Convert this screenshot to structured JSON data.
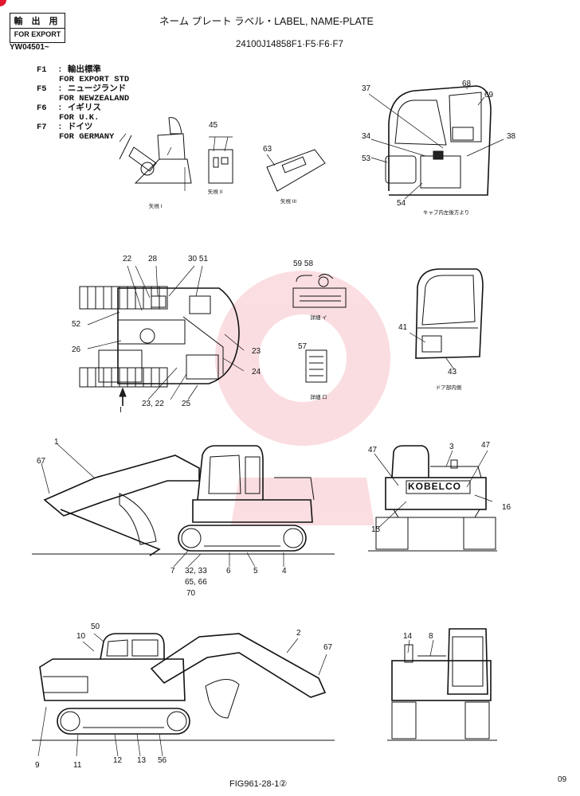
{
  "header": {
    "stamp_line1": "輸 出 用",
    "stamp_line2": "FOR EXPORT",
    "serial": "YW04501~",
    "title": "ネーム  プレート  ラベル・LABEL, NAME-PLATE",
    "part_no": "24100J14858F1·F5·F6·F7"
  },
  "legend": [
    {
      "code": "F1",
      "jp": "輸出標準",
      "en": "FOR EXPORT STD"
    },
    {
      "code": "F5",
      "jp": "ニュージランド",
      "en": "FOR NEWZEALAND"
    },
    {
      "code": "F6",
      "jp": "イギリス",
      "en": "FOR U.K."
    },
    {
      "code": "F7",
      "jp": "ドイツ",
      "en": "FOR GERMANY"
    }
  ],
  "captions": {
    "view1": "矢視 I",
    "view2": "矢視 II",
    "view3": "矢視 III",
    "cab_view": "キャブ内左後方より",
    "detail_i": "詳細 イ",
    "detail_ro": "詳細 ロ",
    "door_inside": "ドア部内側"
  },
  "callouts": {
    "c45": "45",
    "c63": "63",
    "c37": "37",
    "c68": "68",
    "c69": "69",
    "c34": "34",
    "c53": "53",
    "c38": "38",
    "c54": "54",
    "c22": "22",
    "c28": "28",
    "c3051": "30 51",
    "c52": "52",
    "c26": "26",
    "c23": "23",
    "c24": "24",
    "c2322": "23, 22",
    "c25": "25",
    "c5958": "59 58",
    "c57": "57",
    "c41": "41",
    "c43": "43",
    "s1": "1",
    "s67": "67",
    "s7": "7",
    "s3233": "32, 33",
    "s6": "6",
    "s5": "5",
    "s4": "4",
    "s6566": "65, 66",
    "s70": "70",
    "r47a": "47",
    "r3": "3",
    "r47b": "47",
    "r16": "16",
    "r15": "15",
    "b50": "50",
    "b10": "10",
    "b2": "2",
    "b67": "67",
    "b9": "9",
    "b11": "11",
    "b12": "12",
    "b13": "13",
    "b56": "56",
    "k14": "14",
    "k8": "8",
    "arrow1": "I"
  },
  "brand_text": "KOBELCO",
  "footer": {
    "figure": "FIG961-28-1②",
    "page": "09"
  }
}
